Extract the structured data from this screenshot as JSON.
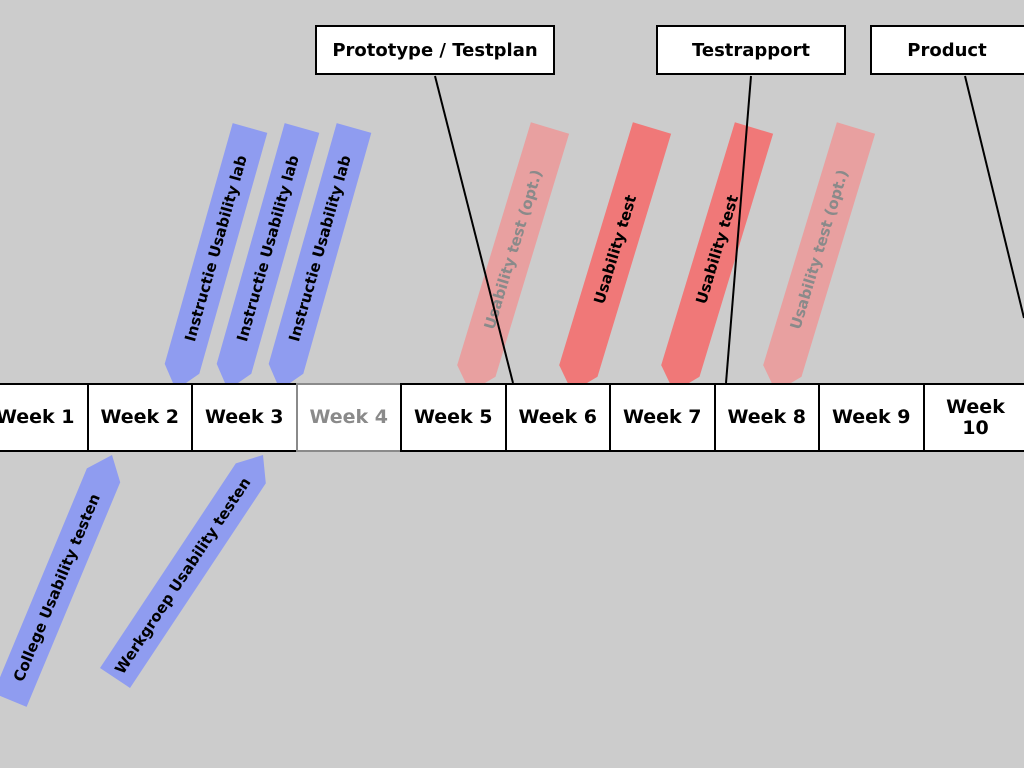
{
  "milestones": [
    {
      "id": "prototype",
      "label": "Prototype / Testplan"
    },
    {
      "id": "testrapport",
      "label": "Testrapport"
    },
    {
      "id": "product",
      "label": "Product"
    }
  ],
  "weeks": [
    {
      "label": "Week 1",
      "muted": false
    },
    {
      "label": "Week 2",
      "muted": false
    },
    {
      "label": "Week 3",
      "muted": false
    },
    {
      "label": "Week 4",
      "muted": true
    },
    {
      "label": "Week 5",
      "muted": false
    },
    {
      "label": "Week 6",
      "muted": false
    },
    {
      "label": "Week 7",
      "muted": false
    },
    {
      "label": "Week 8",
      "muted": false
    },
    {
      "label": "Week 9",
      "muted": false
    },
    {
      "label": "Week\n10",
      "muted": false
    }
  ],
  "activities": [
    {
      "label": "Instructie Usability lab",
      "kind": "lab"
    },
    {
      "label": "Instructie Usability lab",
      "kind": "lab"
    },
    {
      "label": "Instructie Usability lab",
      "kind": "lab"
    },
    {
      "label": "Usability test (opt.)",
      "kind": "test-optional"
    },
    {
      "label": "Usability test",
      "kind": "test"
    },
    {
      "label": "Usability test",
      "kind": "test"
    },
    {
      "label": "Usability test (opt.)",
      "kind": "test-optional"
    },
    {
      "label": "College Usability testen",
      "kind": "lecture"
    },
    {
      "label": "Werkgroep Usability testen",
      "kind": "lecture"
    }
  ],
  "colors": {
    "background": "#cccccc",
    "lab": "#8f9cf0",
    "test": "#f07878",
    "test_optional": "#e8a0a0",
    "text_dark": "#000000",
    "text_muted": "#8a8a8a"
  }
}
